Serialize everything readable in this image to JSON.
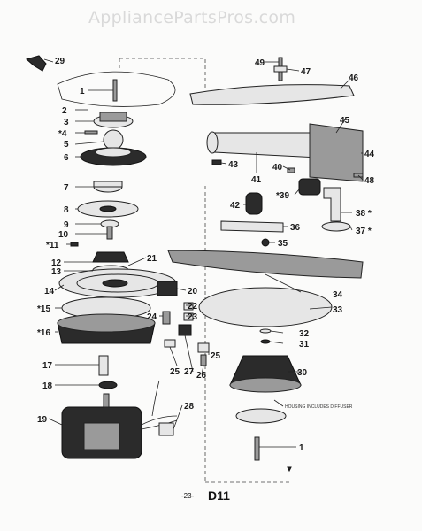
{
  "watermark": "AppliancePartsPros.com",
  "housing_note": "HOUSING INCLUDES DIFFUSER",
  "page_number": "-23-",
  "diagram_code": "D11",
  "callouts": [
    {
      "id": "c29",
      "text": "29"
    },
    {
      "id": "c1a",
      "text": "1"
    },
    {
      "id": "c2",
      "text": "2"
    },
    {
      "id": "c3",
      "text": "3"
    },
    {
      "id": "c4",
      "text": "*4"
    },
    {
      "id": "c5",
      "text": "5"
    },
    {
      "id": "c6",
      "text": "6"
    },
    {
      "id": "c7",
      "text": "7"
    },
    {
      "id": "c8",
      "text": "8"
    },
    {
      "id": "c9",
      "text": "9"
    },
    {
      "id": "c10",
      "text": "10"
    },
    {
      "id": "c11",
      "text": "*11"
    },
    {
      "id": "c12",
      "text": "12"
    },
    {
      "id": "c13",
      "text": "13"
    },
    {
      "id": "c14",
      "text": "14"
    },
    {
      "id": "c15",
      "text": "*15"
    },
    {
      "id": "c16",
      "text": "*16"
    },
    {
      "id": "c17",
      "text": "17"
    },
    {
      "id": "c18",
      "text": "18"
    },
    {
      "id": "c19",
      "text": "19"
    },
    {
      "id": "c20",
      "text": "20"
    },
    {
      "id": "c21",
      "text": "21"
    },
    {
      "id": "c22",
      "text": "22"
    },
    {
      "id": "c23",
      "text": "23"
    },
    {
      "id": "c24",
      "text": "24"
    },
    {
      "id": "c25a",
      "text": "25"
    },
    {
      "id": "c25b",
      "text": "25"
    },
    {
      "id": "c26",
      "text": "26"
    },
    {
      "id": "c27",
      "text": "27"
    },
    {
      "id": "c28",
      "text": "28"
    },
    {
      "id": "c30",
      "text": "30"
    },
    {
      "id": "c31",
      "text": "31"
    },
    {
      "id": "c32",
      "text": "32"
    },
    {
      "id": "c33",
      "text": "33"
    },
    {
      "id": "c34",
      "text": "34"
    },
    {
      "id": "c35",
      "text": "35"
    },
    {
      "id": "c36",
      "text": "36"
    },
    {
      "id": "c37",
      "text": "37 *"
    },
    {
      "id": "c38",
      "text": "38 *"
    },
    {
      "id": "c39",
      "text": "*39"
    },
    {
      "id": "c40",
      "text": "40"
    },
    {
      "id": "c41",
      "text": "41"
    },
    {
      "id": "c42",
      "text": "42"
    },
    {
      "id": "c43",
      "text": "43"
    },
    {
      "id": "c44",
      "text": "44"
    },
    {
      "id": "c45",
      "text": "45"
    },
    {
      "id": "c46",
      "text": "46"
    },
    {
      "id": "c47",
      "text": "47"
    },
    {
      "id": "c48",
      "text": "48"
    },
    {
      "id": "c49",
      "text": "49"
    },
    {
      "id": "c1b",
      "text": "1"
    }
  ]
}
